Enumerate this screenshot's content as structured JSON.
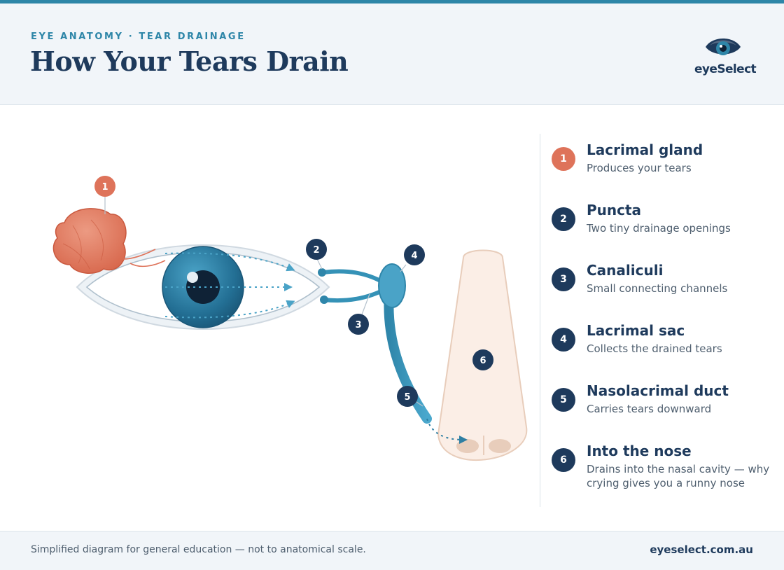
{
  "header": {
    "eyebrow": "EYE ANATOMY · TEAR DRAINAGE",
    "title": "How Your Tears Drain",
    "logo_text": "eyeSelect"
  },
  "diagram": {
    "markers": [
      "1",
      "2",
      "3",
      "4",
      "5",
      "6"
    ]
  },
  "legend": {
    "items": [
      {
        "num": "1",
        "title": "Lacrimal gland",
        "desc": "Produces your tears"
      },
      {
        "num": "2",
        "title": "Puncta",
        "desc": "Two tiny drainage openings"
      },
      {
        "num": "3",
        "title": "Canaliculi",
        "desc": "Small connecting channels"
      },
      {
        "num": "4",
        "title": "Lacrimal sac",
        "desc": "Collects the drained tears"
      },
      {
        "num": "5",
        "title": "Nasolacrimal duct",
        "desc": "Carries tears downward"
      },
      {
        "num": "6",
        "title": "Into the nose",
        "desc": "Drains into the nasal cavity — why crying gives you a runny nose"
      }
    ]
  },
  "footer": {
    "note": "Simplified diagram for general education — not to anatomical scale.",
    "url": "eyeselect.com.au"
  },
  "colors": {
    "accent": "#de735a",
    "navy": "#1e3a5c",
    "teal": "#2e86a8",
    "skin": "#fbeee6"
  }
}
